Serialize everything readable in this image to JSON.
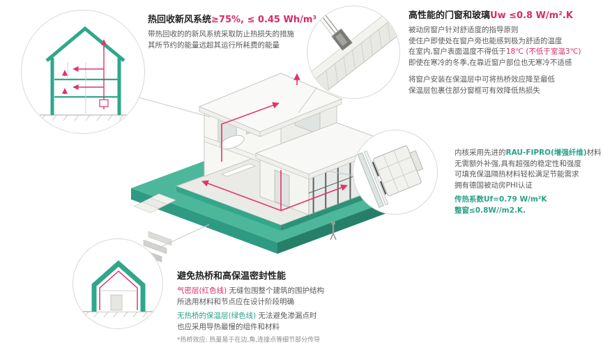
{
  "colors": {
    "teal": "#2fa78b",
    "teal_ground": "#4cb79b",
    "accent_red": "#d92b63",
    "accent_green": "#2aa188",
    "outline_gray": "#c6c6c2",
    "body_text": "#595959"
  },
  "ventilation": {
    "title": "热回收新风系统",
    "value": "≥75%, ≤ 0.45 Wh/m³",
    "desc1": "带热回收的的新风系统采取防止热损失的措施",
    "desc2": "其所节约的能量远超其运行所耗费的能量"
  },
  "windows": {
    "title": "高性能的门窗和玻璃",
    "value": "Uw ≤0.8 W/m².K",
    "line1": "被动房窗户针对舒适度的指导原则",
    "line2": "使住户即使处在窗户旁也能感到极为舒适的温度",
    "line3_pre": "在室内,窗户表面温度不得低于",
    "line3_red": "18℃ (不低于室温3℃)",
    "line4": "即使在寒冷的冬季,在靠近窗户部位也无寒冷不适感",
    "line5": "将窗户安装在保温层中可将热桥效应降至最低",
    "line6": "保温层包裹住部分窗框可有效降低热损失"
  },
  "profile": {
    "line1_pre": "内核采用先进的",
    "line1_green": "RAU-FIPRO(增强纤维)",
    "line1_post": "材料",
    "line2": "无需额外补强,具有超强的稳定性和强度",
    "line3": "可填充保温隔热材料轻松满足节能需求",
    "line4": "拥有德国被动房PHI认证",
    "u_frame": "传热系数Uf=0.79 W/m²K",
    "u_window": "整窗≤0.8W//m2.K."
  },
  "thermal": {
    "title": "避免热桥和高保温密封性能",
    "line1_red": "气密层(红色线)",
    "line1_rest": " 无缝包围整个建筑的围护结构",
    "line2": "所选用材料和节点应在设计阶段明确",
    "line3_green": "无热桥的保温层(绿色线)",
    "line3_rest": " 无法避免渗漏点时",
    "line4": "也应采用导热最慢的组件和材料",
    "footnote": "*热桥效应: 热量易于在边,角,连接点等细节部分传导"
  }
}
